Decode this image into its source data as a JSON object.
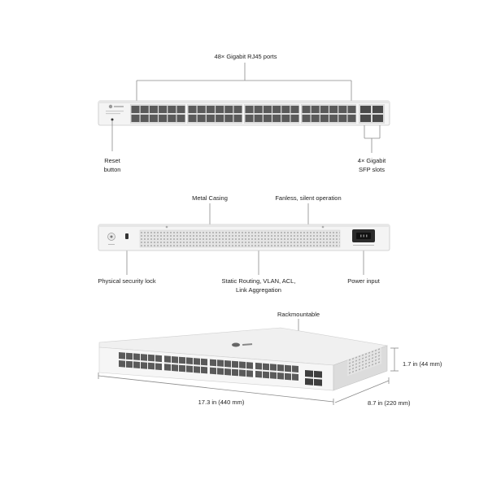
{
  "front": {
    "ports_label": "48× Gigabit RJ45 ports",
    "reset_label_line1": "Reset",
    "reset_label_line2": "button",
    "sfp_label_line1": "4× Gigabit",
    "sfp_label_line2": "SFP slots"
  },
  "rear": {
    "casing_label": "Metal Casing",
    "fanless_label": "Fanless, silent operation",
    "lock_label": "Physical security lock",
    "routing_label_line1": "Static Routing, VLAN, ACL,",
    "routing_label_line2": "Link Aggregation",
    "power_label": "Power input"
  },
  "perspective": {
    "rack_label": "Rackmountable",
    "height_label": "1.7 in (44 mm)",
    "width_label": "17.3 in (440 mm)",
    "depth_label": "8.7 in (220 mm)"
  },
  "colors": {
    "chassis": "#f2f2f2",
    "chassis_edge": "#c8c8c8",
    "port": "#5a5a5a",
    "line": "#8a8a8a"
  }
}
